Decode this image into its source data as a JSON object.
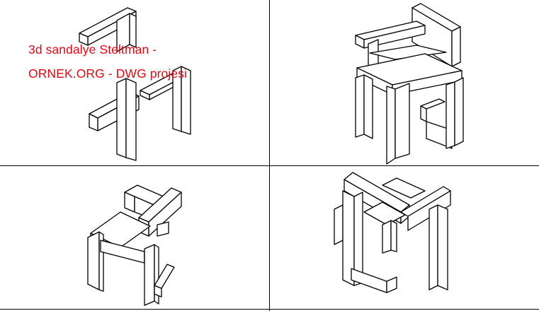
{
  "title": {
    "line1": "3d sandalye Steltman -",
    "line2": "ORNEK.ORG - DWG projesi",
    "color": "#e30613"
  },
  "views": [
    {
      "id": "view-1",
      "content": "chair-drawing"
    },
    {
      "id": "view-2",
      "content": "chair-drawing"
    },
    {
      "id": "view-3",
      "content": "chair-drawing"
    },
    {
      "id": "view-4",
      "content": "chair-drawing"
    }
  ]
}
